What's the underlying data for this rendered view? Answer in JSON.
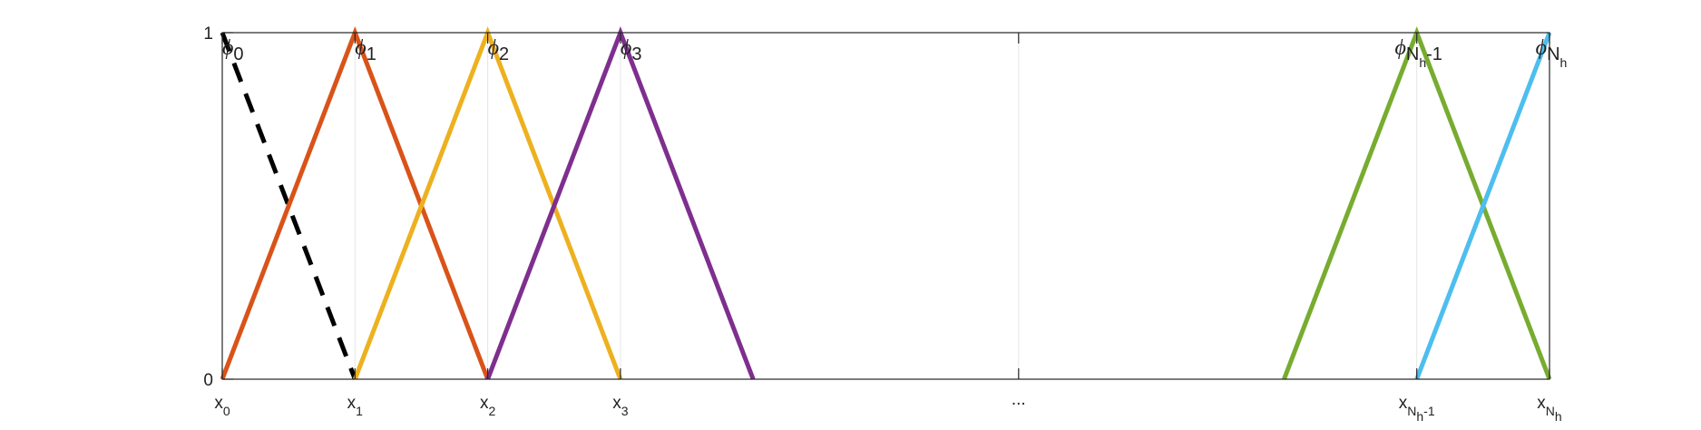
{
  "chart_data": {
    "type": "line",
    "title": "",
    "xlabel": "",
    "ylabel": "",
    "ylim": [
      0,
      1
    ],
    "xlim": [
      0,
      10
    ],
    "grid": true,
    "y_ticks": [
      {
        "value": 0,
        "label": "0"
      },
      {
        "value": 1,
        "label": "1"
      }
    ],
    "x_ticks": [
      {
        "value": 0,
        "base": "x",
        "sub": "0",
        "subsub": "",
        "tail": ""
      },
      {
        "value": 1,
        "base": "x",
        "sub": "1",
        "subsub": "",
        "tail": ""
      },
      {
        "value": 2,
        "base": "x",
        "sub": "2",
        "subsub": "",
        "tail": ""
      },
      {
        "value": 3,
        "base": "x",
        "sub": "3",
        "subsub": "",
        "tail": ""
      },
      {
        "value": 6,
        "base": "...",
        "sub": "",
        "subsub": "",
        "tail": ""
      },
      {
        "value": 9,
        "base": "x",
        "sub": "N",
        "subsub": "h",
        "tail": "-1"
      },
      {
        "value": 10,
        "base": "x",
        "sub": "N",
        "subsub": "h",
        "tail": ""
      }
    ],
    "series": [
      {
        "name": "",
        "label_base": "ϕ",
        "label_sub": "0",
        "label_subsub": "",
        "label_tail": "",
        "label_at": 0,
        "color": "#000000",
        "dashed": true,
        "x": [
          0,
          1
        ],
        "y": [
          1,
          0
        ]
      },
      {
        "name": "",
        "label_base": "ϕ",
        "label_sub": "1",
        "label_subsub": "",
        "label_tail": "",
        "label_at": 1,
        "color": "#D95319",
        "dashed": false,
        "x": [
          0,
          1,
          2
        ],
        "y": [
          0,
          1,
          0
        ]
      },
      {
        "name": "",
        "label_base": "ϕ",
        "label_sub": "2",
        "label_subsub": "",
        "label_tail": "",
        "label_at": 2,
        "color": "#EDB120",
        "dashed": false,
        "x": [
          1,
          2,
          3
        ],
        "y": [
          0,
          1,
          0
        ]
      },
      {
        "name": "",
        "label_base": "ϕ",
        "label_sub": "3",
        "label_subsub": "",
        "label_tail": "",
        "label_at": 3,
        "color": "#7E2F8E",
        "dashed": false,
        "x": [
          2,
          3,
          4
        ],
        "y": [
          0,
          1,
          0
        ]
      },
      {
        "name": "",
        "label_base": "ϕ",
        "label_sub": "N",
        "label_subsub": "h",
        "label_tail": "-1",
        "label_at": 9,
        "color": "#77AC30",
        "dashed": false,
        "x": [
          8,
          9,
          10
        ],
        "y": [
          0,
          1,
          0
        ]
      },
      {
        "name": "",
        "label_base": "ϕ",
        "label_sub": "N",
        "label_subsub": "h",
        "label_tail": "",
        "label_at": 10,
        "color": "#4DBEEE",
        "dashed": false,
        "x": [
          9,
          10
        ],
        "y": [
          0,
          1
        ]
      }
    ]
  }
}
